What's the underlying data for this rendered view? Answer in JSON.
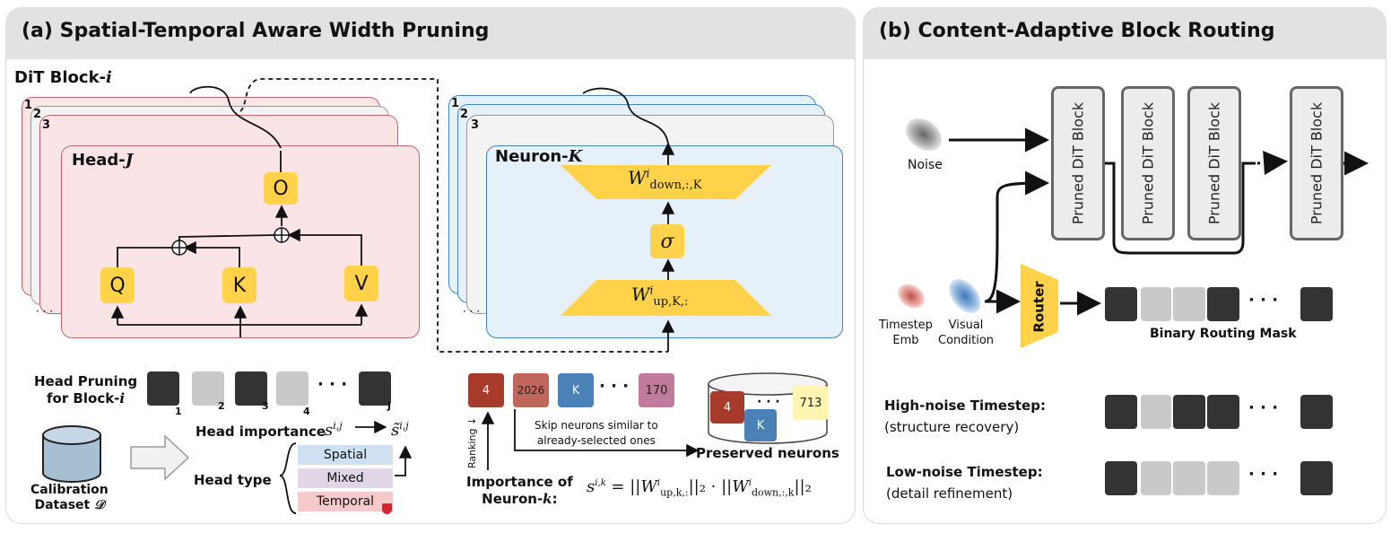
{
  "panel_a": {
    "title": "(a) Spatial-Temporal Aware Width Pruning",
    "dit_block_label": "DiT Block-",
    "dit_block_idx": "i",
    "stack_numbers": [
      "1",
      "2",
      "3"
    ],
    "head_label": "Head-",
    "head_idx": "J",
    "attn": {
      "q": "Q",
      "k": "K",
      "v": "V",
      "o": "O"
    },
    "neuron_label": "Neuron-",
    "neuron_idx": "K",
    "w_down_main": "W",
    "w_down_sup": "i",
    "w_down_sub": "down,:,K",
    "sigma": "σ",
    "w_up_main": "W",
    "w_up_sup": "i",
    "w_up_sub": "up,K,:",
    "ellipsis": "· · ·",
    "head_pruning_line1": "Head Pruning",
    "head_pruning_line2": "for Block-",
    "head_pruning_idx": "i",
    "head_numbers": [
      "1",
      "2",
      "3",
      "4",
      "J"
    ],
    "head_mask": [
      "dark",
      "light",
      "dark",
      "light",
      "dark"
    ],
    "head_importance_label": "Head importance",
    "head_importance_sym": "s",
    "head_importance_sup": "i,j",
    "head_importance_tilde": "s̃",
    "head_importance_tilde_sup": "i,j",
    "head_type_label": "Head type",
    "head_types": [
      "Spatial",
      "Mixed",
      "Temporal"
    ],
    "calibration_line1": "Calibration",
    "calibration_line2": "Dataset",
    "calibration_sym": "𝒟",
    "neuron_ranks": [
      {
        "value": "4",
        "color": "#a83a2b"
      },
      {
        "value": "2026",
        "color": "#c0665a"
      },
      {
        "value": "K",
        "color": "#4a82b8"
      },
      {
        "value": "170",
        "color": "#c07a9c"
      }
    ],
    "ranking_label": "Ranking",
    "skip_line1": "Skip neurons similar to",
    "skip_line2": "already-selected ones",
    "preserved_label": "Preserved neurons",
    "preserved_items": [
      {
        "value": "4",
        "color": "#a83a2b"
      },
      {
        "value": "K",
        "color": "#4a82b8"
      },
      {
        "value": "713",
        "color": "#fff5b0"
      }
    ],
    "importance_line1": "Importance of",
    "importance_line2": "Neuron-",
    "importance_idx": "k",
    "importance_formula": "s^{i,k} = ||W^i_{up,k,:}||_2 · ||W^i_{down,:,k}||_2",
    "formula_s": "s",
    "formula_s_sup": "i,k",
    "formula_eq": "= ||",
    "formula_w1": "W",
    "formula_w1_sup": "i",
    "formula_w1_sub": "up,k,:",
    "formula_mid": "||₂ · ||",
    "formula_w2": "W",
    "formula_w2_sup": "i",
    "formula_w2_sub": "down,:,k",
    "formula_end": "||₂"
  },
  "panel_b": {
    "title": "(b) Content-Adaptive Block Routing",
    "noise_label": "Noise",
    "block_label": "Pruned DiT Block",
    "timestep_line1": "Timestep",
    "timestep_line2": "Emb",
    "visual_line1": "Visual",
    "visual_line2": "Condition",
    "router_label": "Router",
    "routing_mask_label": "Binary Routing Mask",
    "routing_mask": [
      "dark",
      "light",
      "light",
      "dark",
      "dark"
    ],
    "high_noise_line1": "High-noise Timestep:",
    "high_noise_line2": "(structure recovery)",
    "high_noise_mask": [
      "dark",
      "light",
      "dark",
      "dark",
      "dark"
    ],
    "low_noise_line1": "Low-noise Timestep:",
    "low_noise_line2": "(detail refinement)",
    "low_noise_mask": [
      "dark",
      "light",
      "light",
      "light",
      "dark"
    ],
    "ellipsis": "· · ·"
  },
  "colors": {
    "head_card_fill": "#fbe4e6",
    "head_card_border": "#c0646a",
    "neuron_card_fill": "#e6f0f9",
    "neuron_card_border": "#3d86c8",
    "yellow_box": "#ffd24a",
    "spatial": "#cfe0f3",
    "mixed": "#e0d6e6",
    "temporal": "#f6c9cb"
  }
}
